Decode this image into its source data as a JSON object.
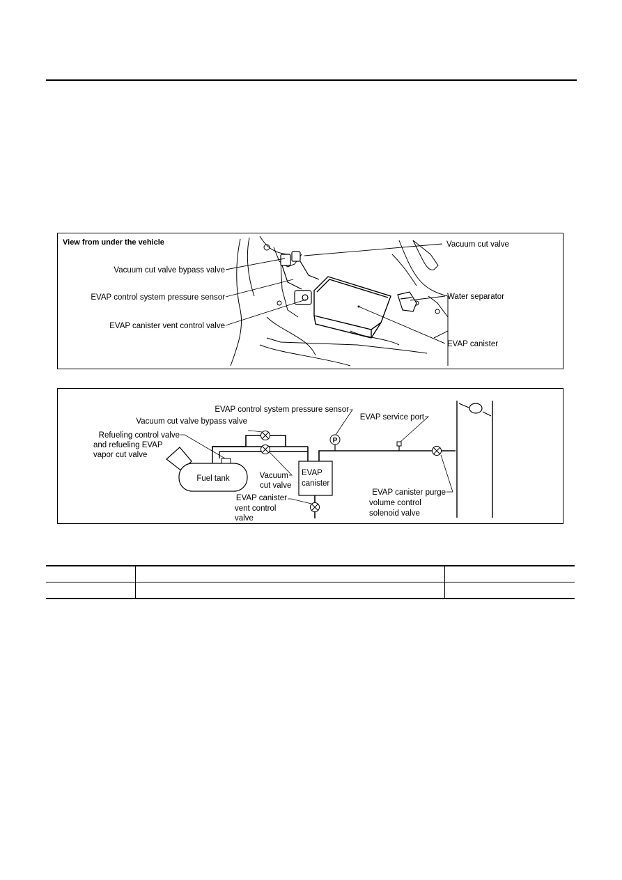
{
  "figure1": {
    "caption": "View from under the vehicle",
    "labels": {
      "vacuum_cut_valve": "Vacuum cut valve",
      "vacuum_cut_valve_bypass_valve": "Vacuum cut valve bypass valve",
      "evap_pressure_sensor": "EVAP control system pressure sensor",
      "evap_canister_vent_control_valve": "EVAP canister vent control valve",
      "water_separator": "Water separator",
      "evap_canister": "EVAP canister"
    }
  },
  "figure2": {
    "labels": {
      "evap_pressure_sensor": "EVAP control system pressure sensor",
      "evap_service_port": "EVAP service port",
      "vacuum_cut_valve_bypass_valve": "Vacuum cut valve bypass valve",
      "refueling_line1": "Refueling control valve",
      "refueling_line2": "and refueling EVAP",
      "refueling_line3": "vapor cut valve",
      "fuel_tank": "Fuel tank",
      "vacuum_line1": "Vacuum",
      "vacuum_line2": "cut valve",
      "canister_line1": "EVAP",
      "canister_line2": "canister",
      "vent_line1": "EVAP canister",
      "vent_line2": "vent control",
      "vent_line3": "valve",
      "purge_line1": "EVAP canister purge",
      "purge_line2": "volume control",
      "purge_line3": "solenoid valve",
      "pressure_symbol": "P"
    }
  },
  "table": {
    "rows": [
      [
        "",
        "",
        ""
      ],
      [
        "",
        "",
        ""
      ]
    ]
  }
}
